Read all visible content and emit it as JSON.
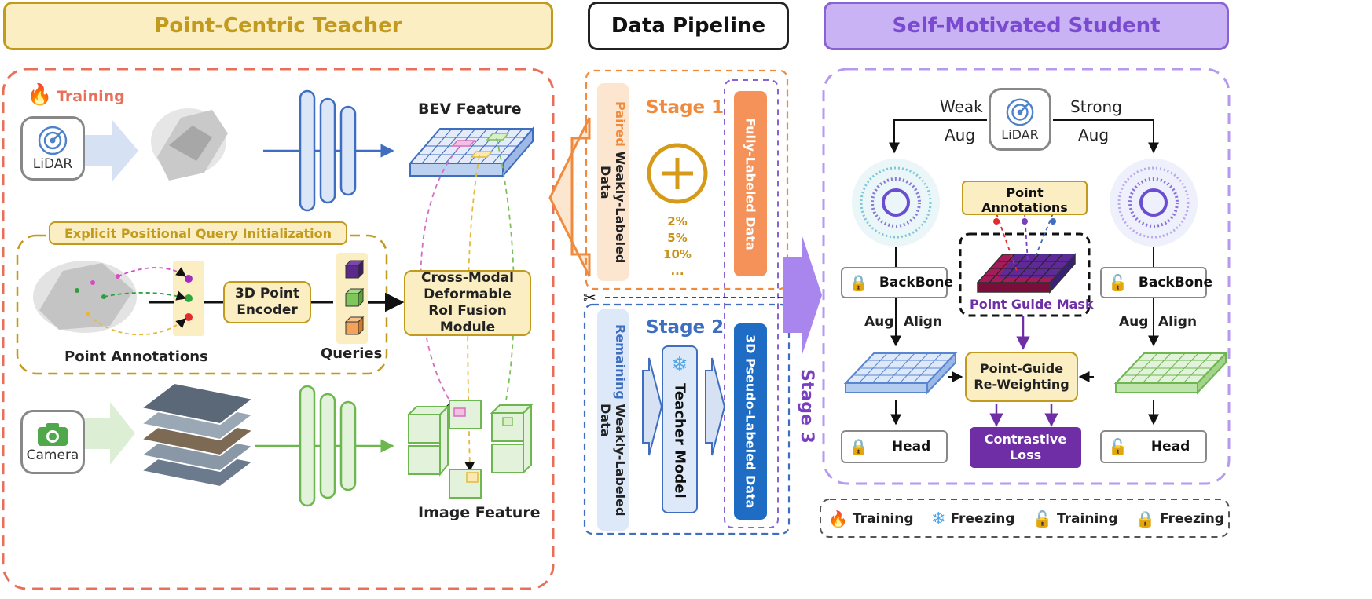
{
  "headers": {
    "teacher": "Point-Centric Teacher",
    "pipeline": "Data Pipeline",
    "student": "Self-Motivated Student"
  },
  "teacher": {
    "training": "Training",
    "lidar": "LiDAR",
    "bev_feature": "BEV Feature",
    "query_init": "Explicit Positional Query Initialization",
    "point_encoder": "3D Point Encoder",
    "queries": "Queries",
    "point_annotations": "Point Annotations",
    "fusion_module": "Cross-Modal Deformable RoI Fusion Module",
    "camera": "Camera",
    "image_feature": "Image Feature"
  },
  "pipeline": {
    "stage1": "Stage 1",
    "stage2": "Stage 2",
    "stage3": "Stage 3",
    "paired_prefix": "Paired",
    "paired_rest": " Weakly-Labeled Data",
    "fully_labeled": "Fully-Labeled Data",
    "percents": [
      "2%",
      "5%",
      "10%",
      "..."
    ],
    "remaining_prefix": "Remaining",
    "remaining_rest": " Weakly-Labeled Data",
    "teacher_model": "Teacher Model",
    "pseudo_labeled": "3D Pseudo-Labeled Data"
  },
  "student": {
    "weak": "Weak",
    "aug_left": "Aug",
    "strong": "Strong",
    "aug_right": "Aug",
    "lidar": "LiDAR",
    "point_annotations": "Point Annotations",
    "backbone_left": "BackBone",
    "backbone_right": "BackBone",
    "point_guide_mask": "Point Guide Mask",
    "aug_align_left_1": "Aug",
    "aug_align_left_2": "Align",
    "aug_align_right_1": "Aug",
    "aug_align_right_2": "Align",
    "reweighting": "Point-Guide Re-Weighting",
    "head_left": "Head",
    "head_right": "Head",
    "contrastive_loss": "Contrastive Loss"
  },
  "legend": [
    {
      "icon": "fire",
      "label": "Training"
    },
    {
      "icon": "snowflake",
      "label": "Freezing"
    },
    {
      "icon": "lock-open",
      "label": "Training"
    },
    {
      "icon": "lock",
      "label": "Freezing"
    }
  ],
  "colors": {
    "teacher_orange": "#c29a1e",
    "teacher_bg": "#fbeec3",
    "red_dashed": "#e8705a",
    "student_purple": "#8a63d2",
    "student_bg": "#c9b3f5",
    "stage_orange": "#f08a3c",
    "stage_blue": "#3f6dbf",
    "blue_layer": "#5a85d0",
    "green_layer": "#6db650",
    "contrastive": "#6f2ea6"
  }
}
